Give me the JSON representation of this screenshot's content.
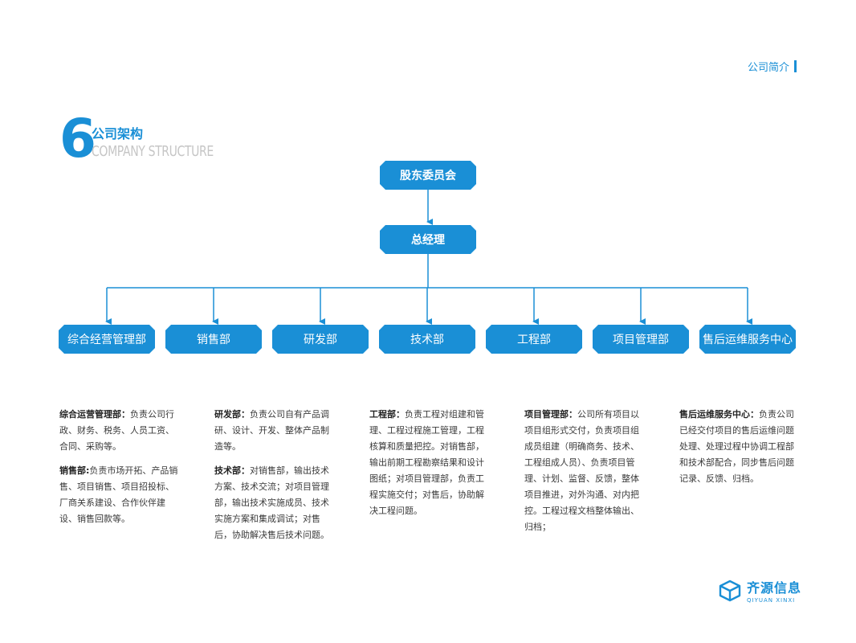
{
  "header": {
    "section_label": "公司简介"
  },
  "title": {
    "number": "6",
    "cn": "公司架构",
    "en": "COMPANY STRUCTURE"
  },
  "org": {
    "top": "股东委员会",
    "second": "总经理",
    "departments": [
      "综合经营管理部",
      "销售部",
      "研发部",
      "技术部",
      "工程部",
      "项目管理部",
      "售后运维服务中心"
    ]
  },
  "descriptions": {
    "col1": [
      {
        "label": "综合运营管理部",
        "sep": "：",
        "text": "负责公司行政、财务、税务、人员工资、合同、采购等。"
      },
      {
        "label": "销售部",
        "sep": ":",
        "text": "负责市场开拓、产品销售、项目销售、项目招投标、厂商关系建设、合作伙伴建设、销售回款等。"
      }
    ],
    "col2": [
      {
        "label": "研发部",
        "sep": "：",
        "text": "负责公司自有产品调研、设计、开发、整体产品制造等。"
      },
      {
        "label": "技术部",
        "sep": "：",
        "text": "对销售部，输出技术方案、技术交流；对项目管理部，输出技术实施成员、技术实施方案和集成调试；对售后，协助解决售后技术问题。"
      }
    ],
    "col3": [
      {
        "label": "工程部",
        "sep": "：",
        "text": "负责工程对组建和管理、工程过程施工管理，工程核算和质量把控。对销售部，输出前期工程勘察结果和设计图纸；对项目管理部，负责工程实施交付；对售后，协助解决工程问题。"
      }
    ],
    "col4": [
      {
        "label": "项目管理部",
        "sep": "：",
        "text": "公司所有项目以项目组形式交付，负责项目组成员组建（明确商务、技术、工程组成人员）、负责项目管理、计划、监督、反馈，整体项目推进，对外沟通、对内把控。工程过程文档整体输出、归档；"
      }
    ],
    "col5": [
      {
        "label": "售后运维服务中心",
        "sep": "：",
        "text": "负责公司已经交付项目的售后运维问题处理、处理过程中协调工程部和技术部配合，同步售后问题记录、反馈、归档。"
      }
    ]
  },
  "logo": {
    "name": "齐源信息",
    "pinyin": "QIYUAN XINXI"
  },
  "colors": {
    "primary": "#1a8fd6",
    "muted": "#c6c6c6"
  }
}
